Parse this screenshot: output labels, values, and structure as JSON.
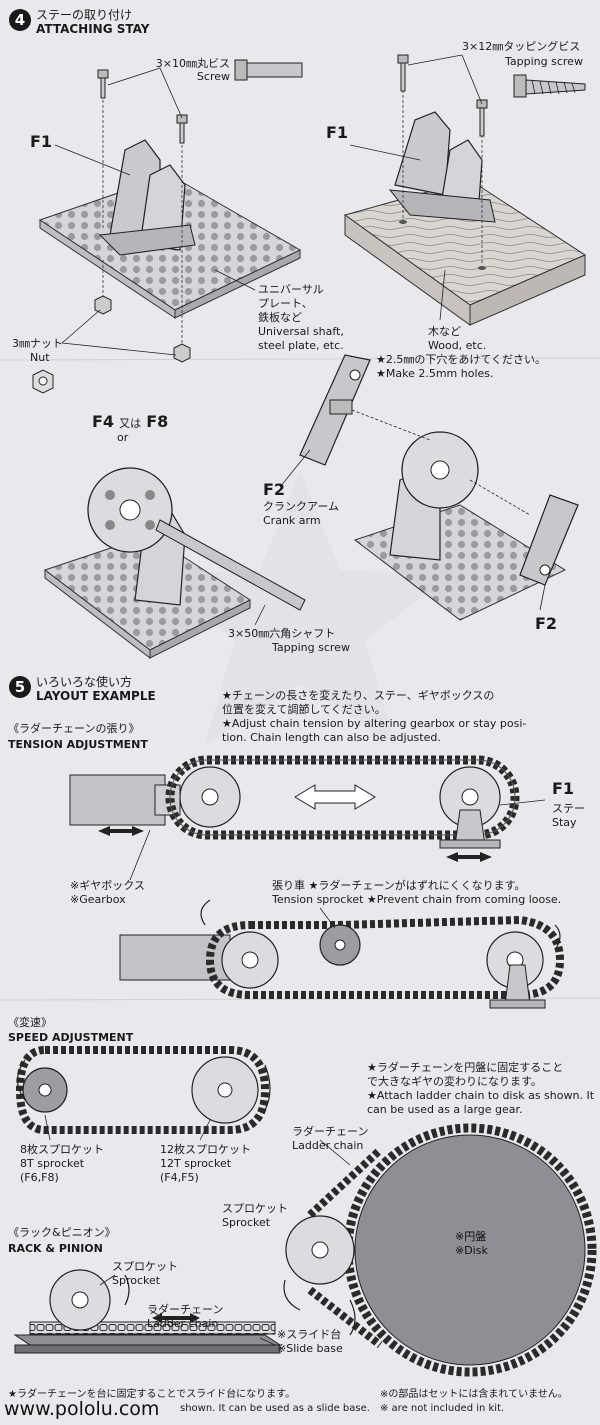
{
  "step4": {
    "number": "4",
    "title_jp": "ステーの取り付け",
    "title_en": "ATTACHING STAY",
    "screw_jp": "3×10㎜丸ビス",
    "screw_en": "Screw",
    "tapping_jp": "3×12㎜タッピングビス",
    "tapping_en": "Tapping screw",
    "f1_left": "F1",
    "f1_right": "F1",
    "shaft_jp1": "ユニバーサル",
    "shaft_jp2": "プレート、",
    "shaft_jp3": "鉄板など",
    "shaft_en1": "Universal shaft,",
    "shaft_en2": "steel plate, etc.",
    "nut_jp": "3㎜ナット",
    "nut_en": "Nut",
    "wood_jp": "木など",
    "wood_en": "Wood, etc.",
    "holes_jp": "★2.5㎜の下穴をあけてください。",
    "holes_en": "★Make 2.5mm holes.",
    "f4_label": "F4",
    "f4_or_jp": "又は",
    "f8_label": "F8",
    "or_en": "or",
    "f2_label": "F2",
    "crank_jp": "クランクアーム",
    "crank_en": "Crank arm",
    "f2_right": "F2",
    "hex_jp": "3×50㎜六角シャフト",
    "hex_en": "Tapping screw"
  },
  "step5": {
    "number": "5",
    "title_jp": "いろいろな使い方",
    "title_en": "LAYOUT EXAMPLE",
    "note_jp1": "★チェーンの長さを変えたり、ステー、ギヤボックスの",
    "note_jp2": "位置を変えて調節してください。",
    "note_en1": "★Adjust chain tension by altering gearbox or stay posi-",
    "note_en2": "tion. Chain length can also be adjusted.",
    "tension_jp": "《ラダーチェーンの張り》",
    "tension_en": "TENSION ADJUSTMENT",
    "f1_label": "F1",
    "stay_jp": "ステー",
    "stay_en": "Stay",
    "gearbox_jp": "※ギヤボックス",
    "gearbox_en": "※Gearbox",
    "tension_sprocket_jp": "張り車 ★ラダーチェーンがはずれにくくなります。",
    "tension_sprocket_en": "Tension sprocket ★Prevent chain from coming loose.",
    "speed_jp": "《変速》",
    "speed_en": "SPEED ADJUSTMENT",
    "sp8_jp": "8枚スプロケット",
    "sp8_en": "8T sprocket",
    "sp8_parts": "(F6,F8)",
    "sp12_jp": "12枚スプロケット",
    "sp12_en": "12T sprocket",
    "sp12_parts": "(F4,F5)",
    "disk_note_jp1": "★ラダーチェーンを円盤に固定すること",
    "disk_note_jp2": "で大きなギヤの変わりになります。",
    "disk_note_en1": "★Attach ladder chain to disk as shown. It",
    "disk_note_en2": "can be used as a large gear.",
    "ladder_jp": "ラダーチェーン",
    "ladder_en": "Ladder chain",
    "sprocket_jp": "スプロケット",
    "sprocket_en": "Sprocket",
    "disk_jp": "※円盤",
    "disk_en": "※Disk",
    "rack_jp": "《ラック&ピニオン》",
    "rack_en": "RACK & PINION",
    "rack_sprocket_jp": "スプロケット",
    "rack_sprocket_en": "Sprocket",
    "rack_ladder_jp": "ラダーチェーン",
    "rack_ladder_en": "Ladder chain",
    "slide_jp": "※スライド台",
    "slide_en": "※Slide base",
    "bottom_jp": "★ラダーチェーンを台に固定することでスライド台になります。",
    "bottom_en": "shown. It can be used as a slide base.",
    "notincl_jp": "※の部品はセットには含まれていません。",
    "notincl_en": "※ are not included in kit."
  },
  "footer": {
    "website": "www.pololu.com"
  },
  "colors": {
    "paper": "#e9e8ec",
    "ink": "#1a1a1a",
    "part_gray": "#b9b9be",
    "disk_gray": "#8e8e94"
  }
}
